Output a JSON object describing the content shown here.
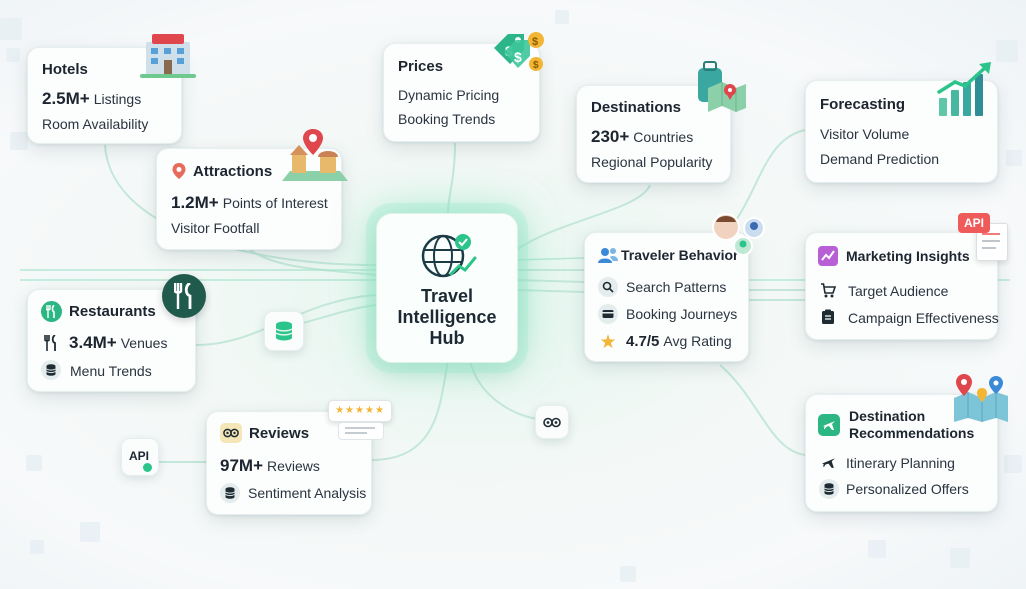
{
  "hub": {
    "title_line1": "Travel",
    "title_line2": "Intelligence",
    "title_line3": "Hub",
    "icon": "globe-chart-icon"
  },
  "hotels": {
    "title": "Hotels",
    "stat_value": "2.5M+",
    "stat_label": "Listings",
    "line2": "Room Availability",
    "icon": "hotel-building-icon"
  },
  "prices": {
    "title": "Prices",
    "line1": "Dynamic Pricing",
    "line2": "Booking Trends",
    "icon": "price-tag-coins-icon"
  },
  "destinations": {
    "title": "Destinations",
    "stat_value": "230+",
    "stat_label": "Countries",
    "line2": "Regional Popularity",
    "icon": "suitcase-map-icon"
  },
  "forecasting": {
    "title": "Forecasting",
    "line1": "Visitor Volume",
    "line2": "Demand Prediction",
    "icon": "growth-chart-icon"
  },
  "attractions": {
    "title": "Attractions",
    "stat_value": "1.2M+",
    "stat_label": "Points of Interest",
    "line2": "Visitor Footfall",
    "icon": "landmark-pin-icon"
  },
  "restaurants": {
    "title": "Restaurants",
    "stat_value": "3.4M+",
    "stat_label": "Venues",
    "line2": "Menu Trends",
    "icon": "fork-knife-icon"
  },
  "reviews": {
    "title": "Reviews",
    "stat_value": "97M+",
    "stat_label": "Reviews",
    "line2": "Sentiment Analysis",
    "icon": "owl-review-icon",
    "stars": "★★★★★"
  },
  "traveler": {
    "title": "Traveler Behavior",
    "line1": "Search Patterns",
    "line2": "Booking Journeys",
    "rating_value": "4.7/5",
    "rating_label": "Avg Rating",
    "icon": "users-icon"
  },
  "marketing": {
    "title": "Marketing Insights",
    "line1": "Target Audience",
    "line2": "Campaign Effectiveness",
    "icon": "marketing-chart-icon",
    "badge": "API"
  },
  "recommendations": {
    "title_line1": "Destination",
    "title_line2": "Recommendations",
    "line1": "Itinerary Planning",
    "line2": "Personalized Offers",
    "icon": "plane-icon"
  },
  "api_chip": {
    "label": "API"
  },
  "colors": {
    "accent": "#2bc48a",
    "glow": "#8fe8c4",
    "line": "#bfe9d8",
    "text": "#1d2530"
  }
}
